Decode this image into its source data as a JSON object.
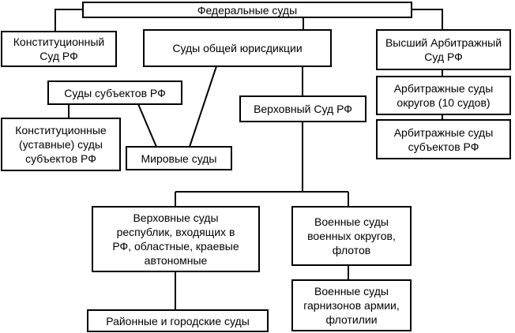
{
  "nodes": {
    "federal_courts": "Федеральные суды",
    "constitutional_court": "Конституционный\nСуд РФ",
    "general_jurisdiction": "Суды общей юрисдикции",
    "supreme_arbitration": "Высший Арбитражный\nСуд РФ",
    "subject_courts": "Суды субъектов РФ",
    "arbitration_districts": "Арбитражные суды\nокругов (10 судов)",
    "supreme_court": "Верховный Суд РФ",
    "constitutional_charter": "Конституционные\n(уставные) суды\nсубъектов РФ",
    "magistrates": "Мировые суды",
    "arbitration_subjects": "Арбитражные суды\nсубъектов РФ",
    "republic_courts": "Верховные суды\nреспублик, входящих в\nРФ, областные, краевые\nавтономные",
    "military_districts": "Военные суды\nвоенных округов,\nфлотов",
    "district_city": "Районные и городские суды",
    "military_garrison": "Военные суды\nгарнизонов армии,\nфлотилии"
  },
  "colors": {
    "line": "#000000",
    "box_border": "#000000",
    "box_fill": "#ffffff",
    "text": "#000000"
  }
}
